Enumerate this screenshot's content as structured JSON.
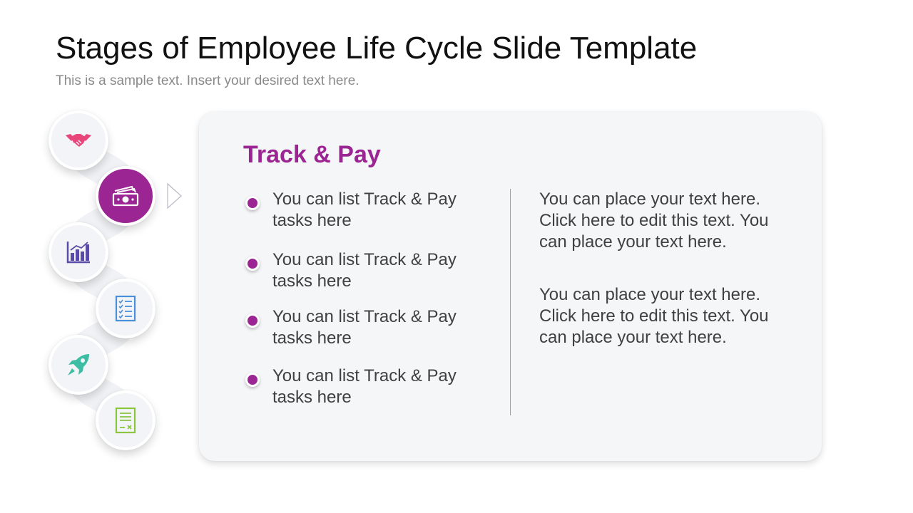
{
  "slide": {
    "title": "Stages of Employee Life Cycle Slide Template",
    "subtitle": "This is a sample text. Insert your desired text here."
  },
  "stages": [
    {
      "icon": "handshake-icon",
      "color": "#e8457a",
      "active": false
    },
    {
      "icon": "money-icon",
      "color": "#ffffff",
      "active": true
    },
    {
      "icon": "bar-chart-icon",
      "color": "#5b4aa8",
      "active": false
    },
    {
      "icon": "checklist-icon",
      "color": "#4a90d9",
      "active": false
    },
    {
      "icon": "rocket-icon",
      "color": "#3dbda4",
      "active": false
    },
    {
      "icon": "document-icon",
      "color": "#8cc63f",
      "active": false
    }
  ],
  "card": {
    "title": "Track & Pay",
    "bullets": [
      "You can list Track & Pay tasks here",
      "You can list Track & Pay tasks here",
      "You can list Track & Pay tasks here",
      "You can list Track & Pay tasks here"
    ],
    "paragraphs": [
      "You can place your text here. Click here to edit this text. You can place your text here.",
      "You can place your text here. Click here to edit this text. You can place your text here."
    ]
  },
  "colors": {
    "accent": "#9b2592",
    "card_bg": "#f5f6f8",
    "text": "#404040"
  }
}
